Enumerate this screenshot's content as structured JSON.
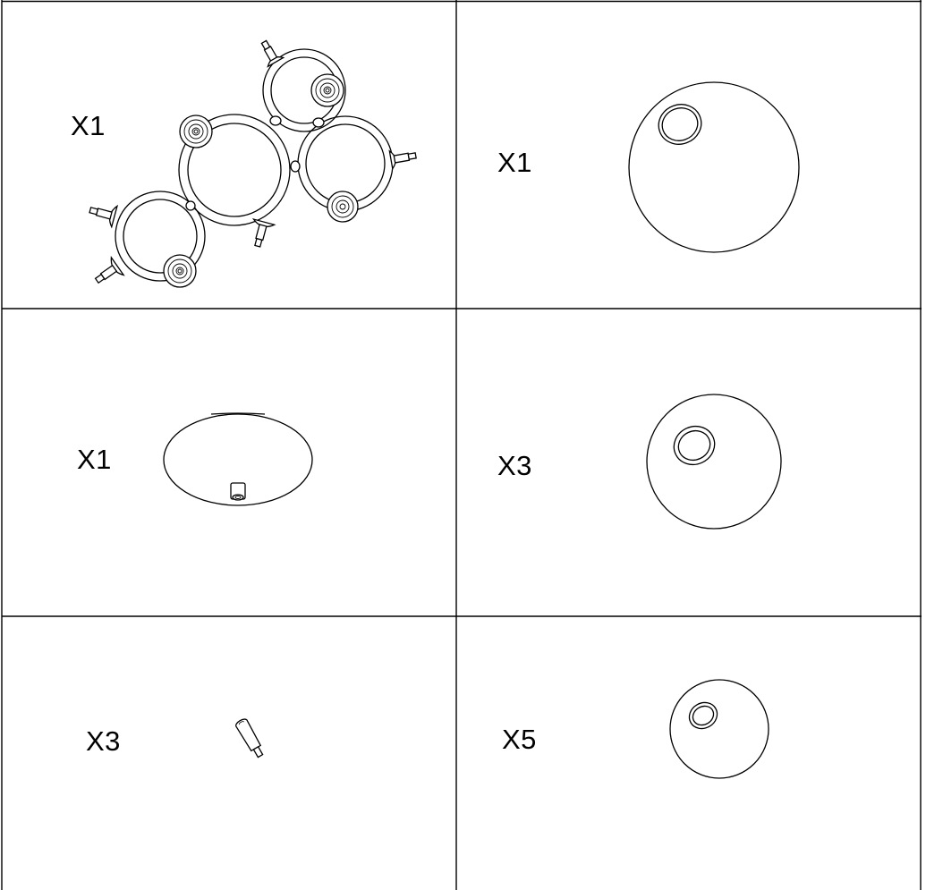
{
  "parts": [
    {
      "id": "frame",
      "icon": "chandelier-frame-icon",
      "quantity": "X1"
    },
    {
      "id": "large-glass-globe",
      "icon": "large-glass-globe-icon",
      "quantity": "X1"
    },
    {
      "id": "ceiling-canopy",
      "icon": "ceiling-canopy-icon",
      "quantity": "X1"
    },
    {
      "id": "medium-glass-globe",
      "icon": "medium-glass-globe-icon",
      "quantity": "X3"
    },
    {
      "id": "bulb-holder",
      "icon": "bulb-holder-icon",
      "quantity": "X3"
    },
    {
      "id": "small-glass-globe",
      "icon": "small-glass-globe-icon",
      "quantity": "X5"
    }
  ],
  "colors": {
    "line": "#000000",
    "background": "#ffffff"
  }
}
